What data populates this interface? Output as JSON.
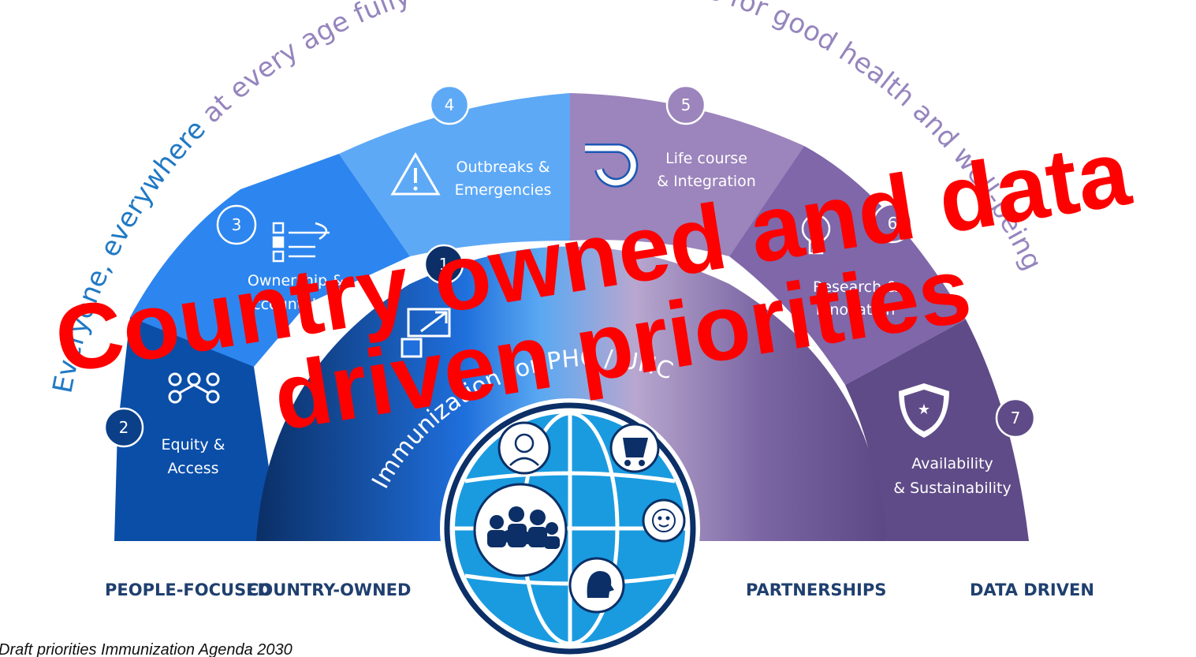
{
  "vision_arc": {
    "part_blue": "Everyone, everywhere",
    "part_purple": " at every age fully benefits from vaccines for good health and well-being"
  },
  "core": {
    "arc_label": "Immunization for PHC / UHC",
    "number": "1"
  },
  "priorities": [
    {
      "number": "2",
      "line1": "Equity &",
      "line2": "Access",
      "icon": "network-nodes-icon"
    },
    {
      "number": "3",
      "line1": "Ownership &",
      "line2": "Accountability",
      "icon": "checklist-icon"
    },
    {
      "number": "4",
      "line1": "Outbreaks &",
      "line2": "Emergencies",
      "icon": "warning-triangle-icon"
    },
    {
      "number": "5",
      "line1": "Life course",
      "line2": "& Integration",
      "icon": "cycle-arrow-icon"
    },
    {
      "number": "6",
      "line1": "Research &",
      "line2": "Innovation",
      "icon": "lightbulb-icon"
    },
    {
      "number": "7",
      "line1": "Availability",
      "line2": "& Sustainability",
      "icon": "shield-star-icon"
    }
  ],
  "core_icon": "expand-arrow-icon",
  "globe_icons": [
    "elderly-person-icon",
    "stroller-icon",
    "baby-face-icon",
    "family-group-icon",
    "person-head-icon"
  ],
  "pillars": {
    "people_focused": "PEOPLE-FOCUSED",
    "country_owned": "COUNTRY-OWNED",
    "partnerships": "PARTNERSHIPS",
    "data_driven": "DATA DRIVEN"
  },
  "caption": "Draft priorities Immunization Agenda 2030",
  "overlay": {
    "line1": "Country owned and data",
    "line2": "driven priorities"
  },
  "colors": {
    "blue_dark": "#0a4ea8",
    "blue_mid": "#2f80e8",
    "blue_light": "#64aef5",
    "purple_light": "#9b83b9",
    "purple_mid": "#7e68a8",
    "purple_dark": "#5f4b86",
    "globe_blue": "#1a9be0",
    "pillar_text": "#1f3f6e",
    "overlay_red": "#ff0000"
  }
}
